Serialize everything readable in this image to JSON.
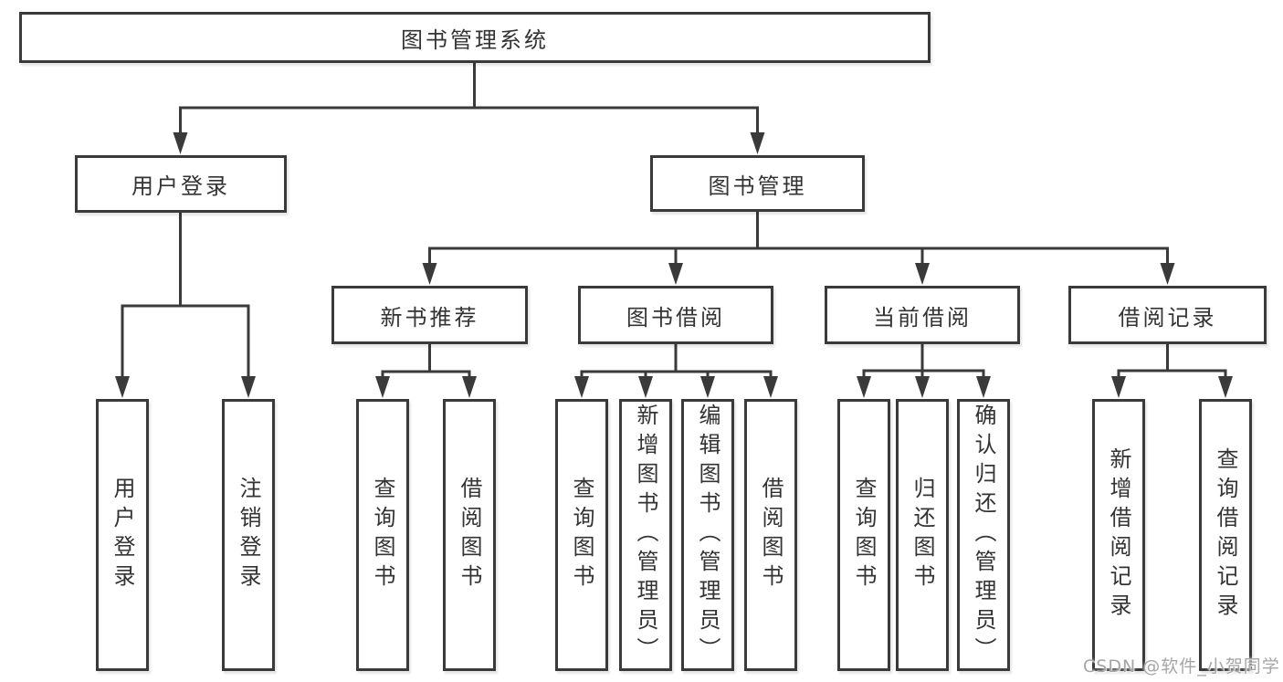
{
  "tree": {
    "root": {
      "label": "图书管理系统",
      "children": [
        {
          "label": "用户登录",
          "children": [
            {
              "label": "用户登录"
            },
            {
              "label": "注销登录"
            }
          ]
        },
        {
          "label": "图书管理",
          "children": [
            {
              "label": "新书推荐",
              "children": [
                {
                  "label": "查询图书"
                },
                {
                  "label": "借阅图书"
                }
              ]
            },
            {
              "label": "图书借阅",
              "children": [
                {
                  "label": "查询图书"
                },
                {
                  "label": "新增图书（管理员）"
                },
                {
                  "label": "编辑图书（管理员）"
                },
                {
                  "label": "借阅图书"
                }
              ]
            },
            {
              "label": "当前借阅",
              "children": [
                {
                  "label": "查询图书"
                },
                {
                  "label": "归还图书"
                },
                {
                  "label": "确认归还（管理员）"
                }
              ]
            },
            {
              "label": "借阅记录",
              "children": [
                {
                  "label": "新增借阅记录"
                },
                {
                  "label": "查询借阅记录"
                }
              ]
            }
          ]
        }
      ]
    }
  },
  "watermark": {
    "text": "CSDN @软件_小贺同学"
  },
  "colors": {
    "line": "#3a3a3a",
    "text": "#333333",
    "watermark": "#a6a6a6",
    "background": "#ffffff"
  }
}
